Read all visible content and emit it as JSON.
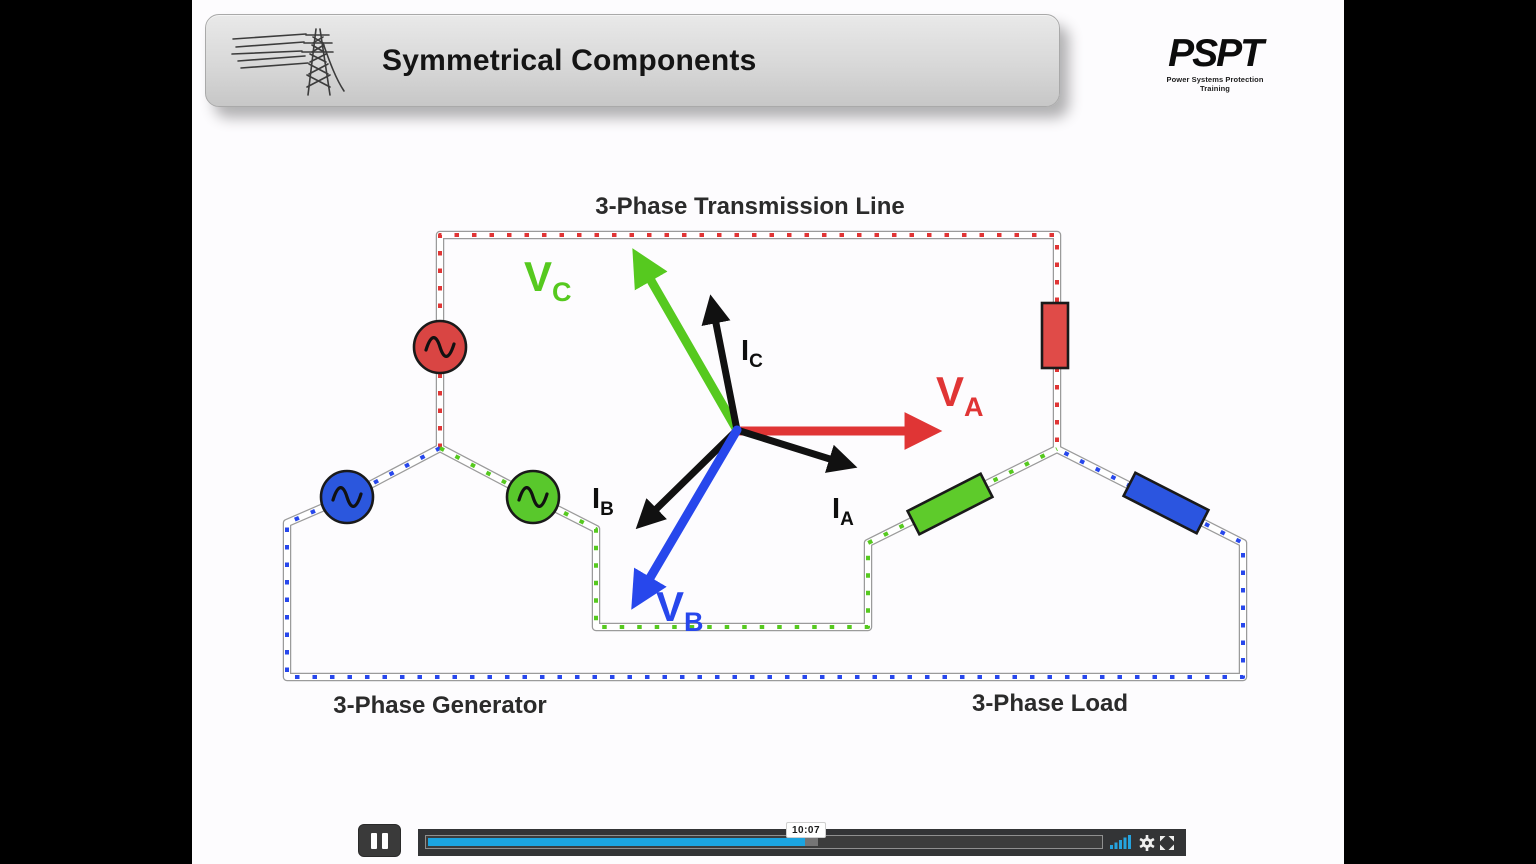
{
  "header": {
    "title": "Symmetrical Components"
  },
  "logo": {
    "brand": "PSPT",
    "tagline": "Power Systems Protection Training"
  },
  "diagram": {
    "transmission_label": "3-Phase Transmission Line",
    "generator_label": "3-Phase Generator",
    "load_label": "3-Phase Load",
    "phasors": {
      "va": {
        "main": "V",
        "sub": "A"
      },
      "vb": {
        "main": "V",
        "sub": "B"
      },
      "vc": {
        "main": "V",
        "sub": "C"
      },
      "ia": {
        "main": "I",
        "sub": "A"
      },
      "ib": {
        "main": "I",
        "sub": "B"
      },
      "ic": {
        "main": "I",
        "sub": "C"
      }
    },
    "colors": {
      "phase_a_red": "#e03535",
      "phase_b_blue": "#2747ec",
      "phase_c_green": "#56c91f",
      "current_black": "#111111"
    }
  },
  "player": {
    "state": "playing",
    "pause_icon": "pause-icon",
    "tooltip_time": "10:07",
    "progress_percent": 55.7,
    "accent_color": "#1ba4e0",
    "icons": {
      "volume": "volume-bars-icon",
      "settings": "gear-icon",
      "fullscreen": "fullscreen-icon"
    }
  }
}
